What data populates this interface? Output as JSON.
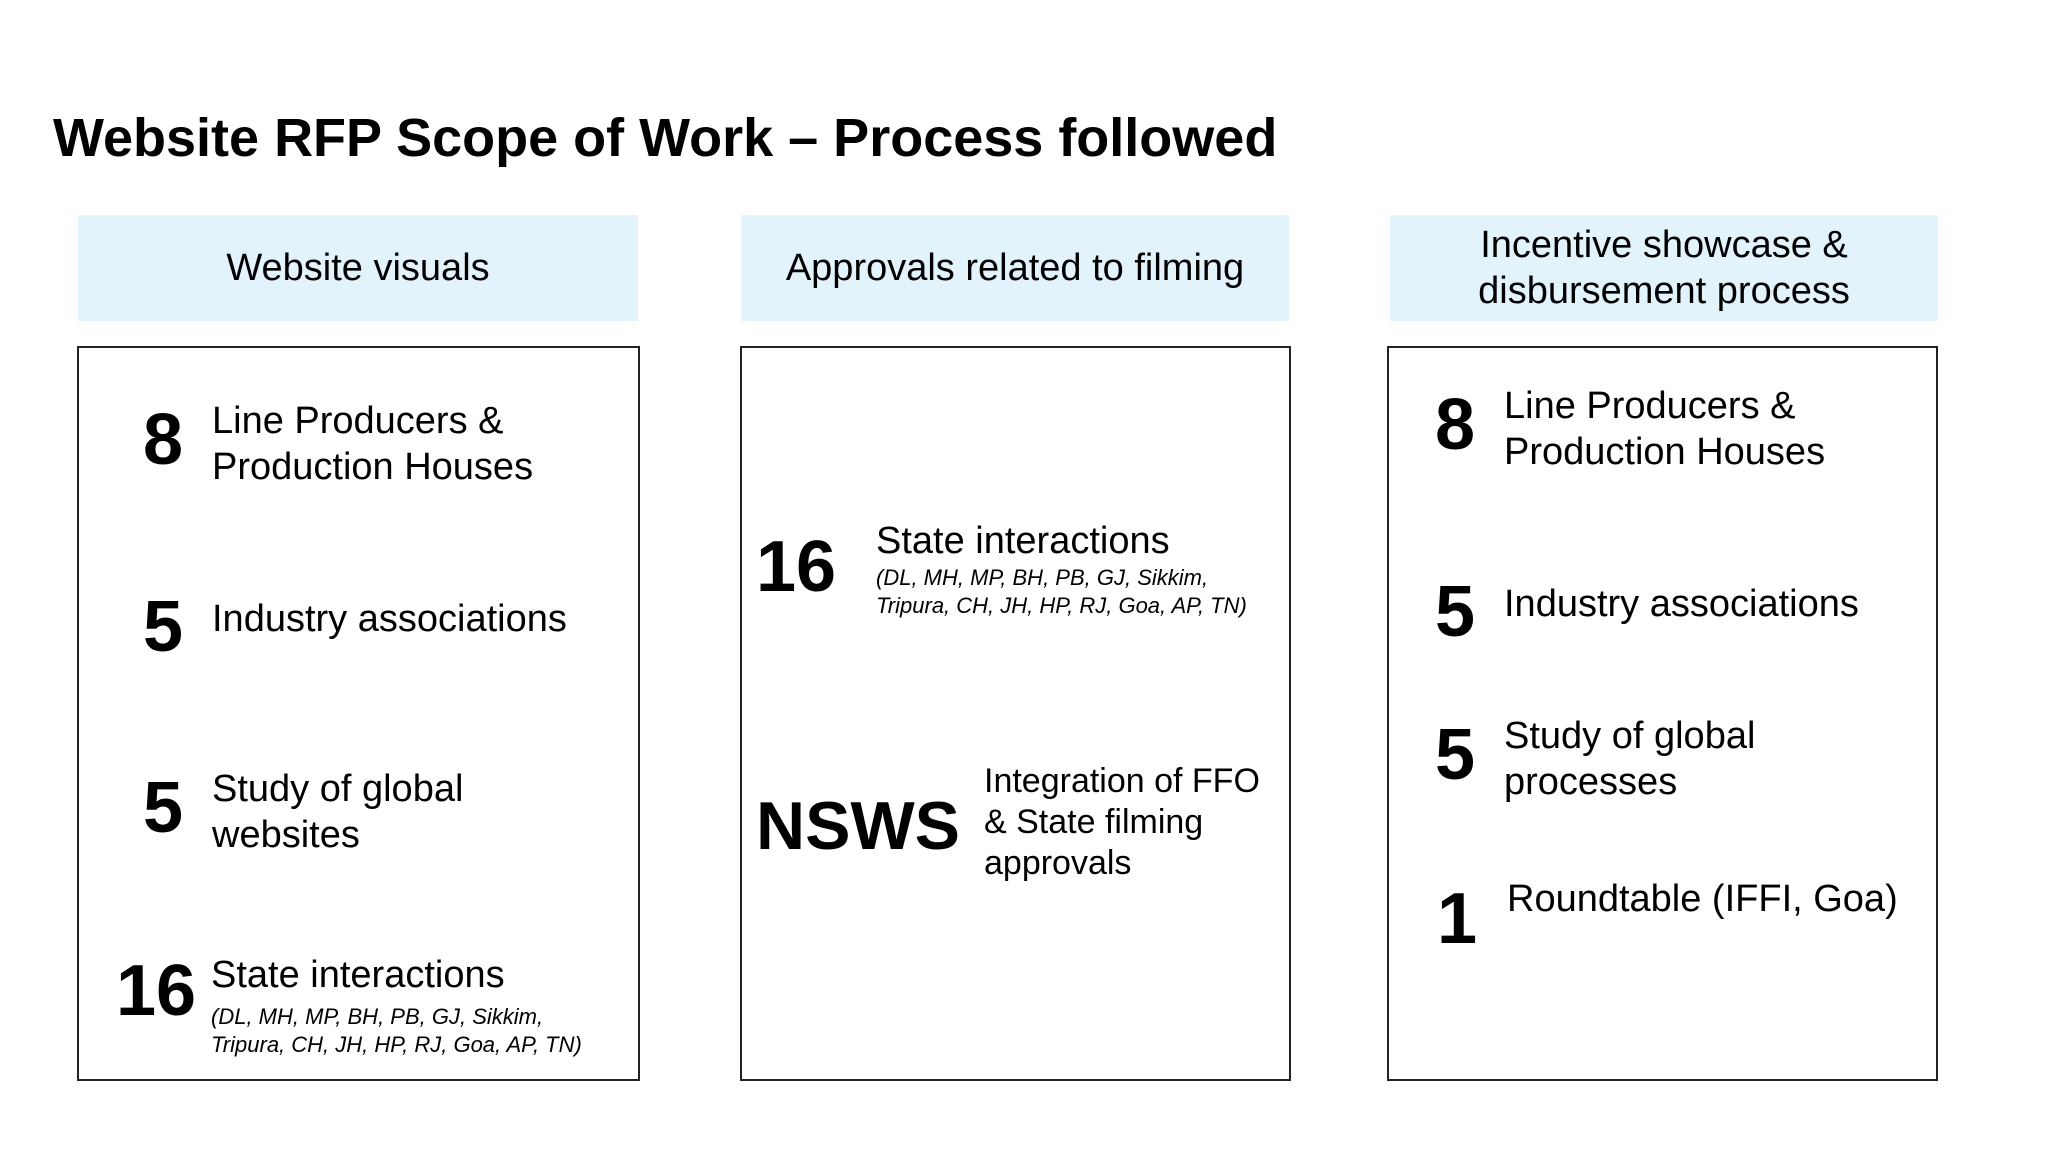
{
  "title": "Website RFP Scope of Work – Process followed",
  "columns": [
    {
      "header": [
        "Website visuals"
      ],
      "items": [
        {
          "number": "8",
          "text": [
            "Line Producers &",
            "Production Houses"
          ]
        },
        {
          "number": "5",
          "text": [
            "Industry associations"
          ]
        },
        {
          "number": "5",
          "text": [
            "Study of global",
            "websites"
          ]
        },
        {
          "number": "16",
          "text": [
            "State interactions"
          ],
          "detail": [
            "(DL, MH, MP, BH, PB, GJ, Sikkim,",
            "Tripura, CH, JH, HP, RJ, Goa, AP, TN)"
          ]
        }
      ]
    },
    {
      "header": [
        "Approvals related to filming"
      ],
      "items": [
        {
          "number": "16",
          "text": [
            "State interactions"
          ],
          "detail": [
            "(DL, MH, MP, BH, PB, GJ, Sikkim,",
            "Tripura, CH, JH, HP, RJ, Goa, AP, TN)"
          ]
        },
        {
          "number": "NSWS",
          "text": [
            "Integration of FFO",
            "& State filming",
            "approvals"
          ]
        }
      ]
    },
    {
      "header": [
        "Incentive showcase &",
        "disbursement process"
      ],
      "items": [
        {
          "number": "8",
          "text": [
            "Line Producers &",
            "Production Houses"
          ]
        },
        {
          "number": "5",
          "text": [
            "Industry associations"
          ]
        },
        {
          "number": "5",
          "text": [
            "Study of global",
            "processes"
          ]
        },
        {
          "number": "1",
          "text": [
            "Roundtable (IFFI, Goa)"
          ]
        }
      ]
    }
  ]
}
